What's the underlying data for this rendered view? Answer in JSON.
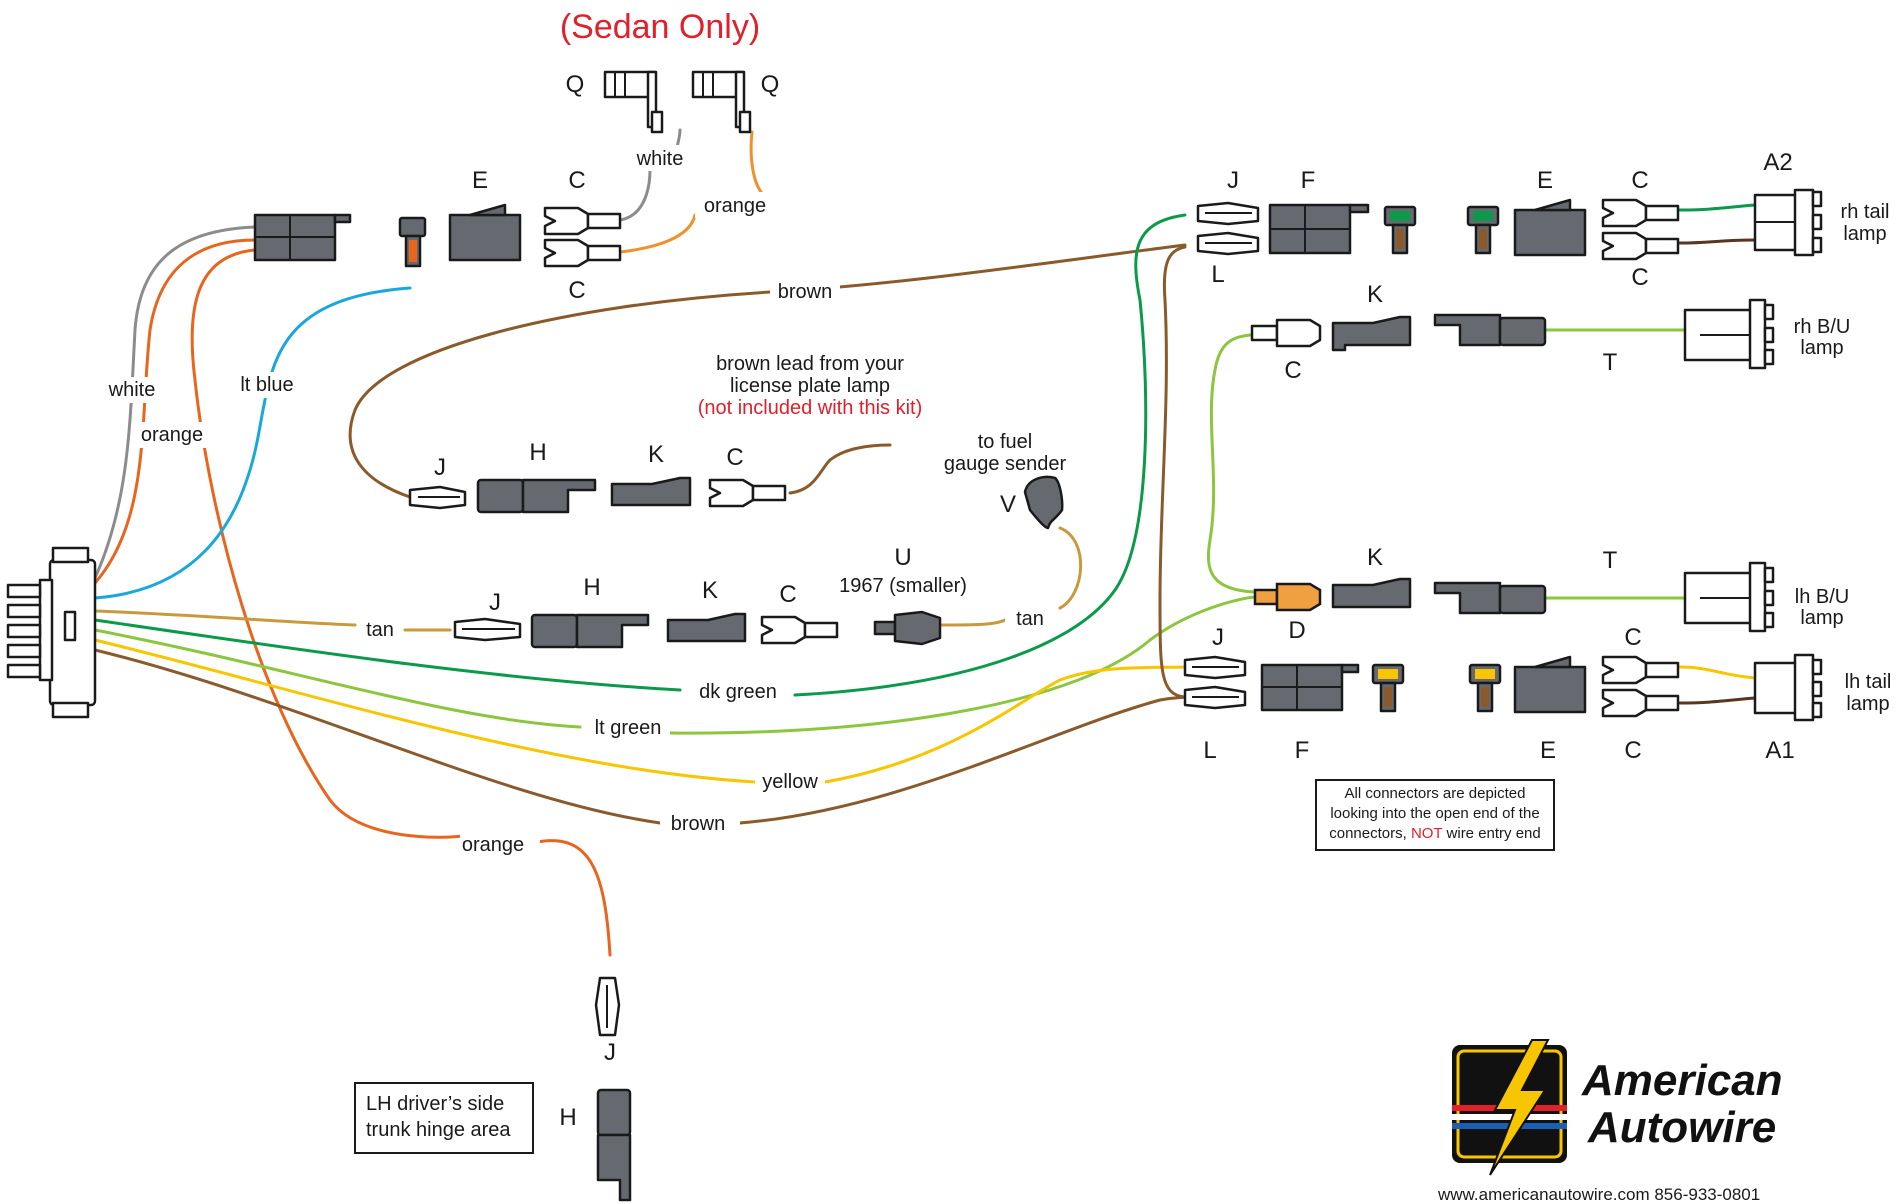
{
  "title": "(Sedan Only)",
  "wire_labels": {
    "white_left": "white",
    "orange_left": "orange",
    "lt_blue": "lt blue",
    "white_top": "white",
    "orange_top": "orange",
    "brown_top": "brown",
    "tan_1": "tan",
    "tan_2": "tan",
    "dk_green": "dk green",
    "lt_green": "lt green",
    "yellow": "yellow",
    "brown_bottom": "brown",
    "orange_bottom": "orange"
  },
  "connector_letters": {
    "q1": "Q",
    "q2": "Q",
    "e_top": "E",
    "c_top1": "C",
    "c_top2": "C",
    "j_mid": "J",
    "h_mid": "H",
    "k_mid": "K",
    "c_mid": "C",
    "j_low": "J",
    "h_low": "H",
    "k_low": "K",
    "c_low": "C",
    "u": "U",
    "v": "V",
    "j_bot": "J",
    "h_bot": "H",
    "j_rt": "J",
    "f_rt": "F",
    "l_rt": "L",
    "e_rt": "E",
    "c_rt1": "C",
    "c_rt2": "C",
    "a2": "A2",
    "k_rt": "K",
    "c_rt3": "C",
    "t_rt": "T",
    "k_rb": "K",
    "d_rb": "D",
    "t_rb": "T",
    "j_rb": "J",
    "l_rb": "L",
    "f_rb": "F",
    "e_rb": "E",
    "c_rb1": "C",
    "c_rb2": "C",
    "a1": "A1"
  },
  "annotations": {
    "brown_lead": [
      "brown lead from your",
      "license plate lamp"
    ],
    "not_included": "(not included with this kit)",
    "fuel_sender": [
      "to fuel",
      "gauge sender"
    ],
    "u_note": "1967 (smaller)",
    "rh_tail": [
      "rh tail",
      "lamp"
    ],
    "rh_bu": [
      "rh B/U",
      "lamp"
    ],
    "lh_bu": [
      "lh B/U",
      "lamp"
    ],
    "lh_tail": [
      "lh tail",
      "lamp"
    ],
    "trunk": [
      "LH driver’s side",
      "trunk hinge area"
    ],
    "note_lines": [
      "All connectors are depicted",
      "looking into the open end of the"
    ],
    "note_line3_pre": "connectors, ",
    "note_line3_red": "NOT",
    "note_line3_post": " wire entry end"
  },
  "logo": {
    "line1": "American",
    "line2": "Autowire",
    "url": "www.americanautowire.com    856-933-0801"
  },
  "colors": {
    "white": "#8c8c8c",
    "orange": "#e8651e",
    "orange_light": "#f0902a",
    "lt_blue": "#1aa7dc",
    "brown": "#8a5a2b",
    "tan": "#c89a3c",
    "dk_green": "#0b9a4a",
    "lt_green": "#8cc63f",
    "yellow": "#f7c600",
    "red_text": "#e0202a",
    "connector": "#666a70"
  }
}
